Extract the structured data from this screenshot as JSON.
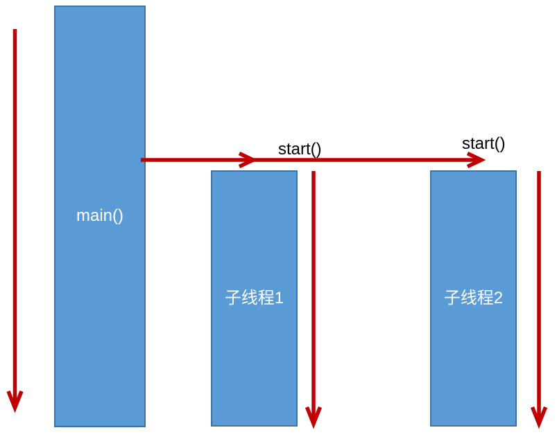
{
  "diagram": {
    "type": "thread-sequence-diagram",
    "bars": [
      {
        "id": "main",
        "label": "main()"
      },
      {
        "id": "child1",
        "label": "子线程1"
      },
      {
        "id": "child2",
        "label": "子线程2"
      }
    ],
    "call_labels": [
      {
        "id": "start-call-1",
        "text": "start()"
      },
      {
        "id": "start-call-2",
        "text": "start()"
      }
    ],
    "arrows": [
      {
        "id": "main-lifeline",
        "description": "vertical arrow left of main() bar, pointing down"
      },
      {
        "id": "start-call-to-child1",
        "description": "horizontal arrow from main() to child thread 1, labeled start()"
      },
      {
        "id": "start-call-to-child2",
        "description": "horizontal arrow from main() to child thread 2, labeled start()"
      },
      {
        "id": "child1-lifeline",
        "description": "vertical arrow right of child thread 1 bar, pointing down"
      },
      {
        "id": "child2-lifeline",
        "description": "vertical arrow right of child thread 2 bar, pointing down"
      }
    ],
    "colors": {
      "bar_fill": "#5B9BD5",
      "bar_border": "#41719C",
      "arrow": "#C00000",
      "bar_label": "#FFFFFF",
      "call_label": "#000000",
      "background": "#FFFFFF"
    }
  }
}
